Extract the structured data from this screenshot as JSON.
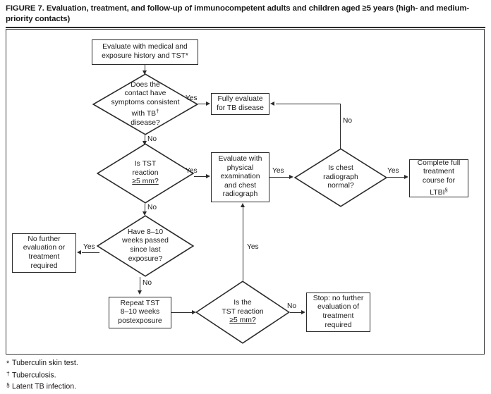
{
  "figure": {
    "title": "FIGURE 7. Evaluation, treatment, and follow-up of immunocompetent adults and children aged ≥5 years (high- and medium-priority contacts)"
  },
  "chart_data": {
    "type": "diagram",
    "title": "Evaluation, treatment, and follow-up of immunocompetent adults and children aged ≥5 years (high- and medium-priority contacts)",
    "nodes": [
      {
        "id": "start",
        "shape": "process",
        "label": "Evaluate with medical and exposure history and TST*"
      },
      {
        "id": "symptoms",
        "shape": "decision",
        "label": "Does the contact have symptoms consistent with TB† disease?"
      },
      {
        "id": "fully-eval",
        "shape": "process",
        "label": "Fully evaluate for TB disease"
      },
      {
        "id": "tst-5mm",
        "shape": "decision",
        "label": "Is TST reaction ≥5 mm?"
      },
      {
        "id": "phys-exam",
        "shape": "process",
        "label": "Evaluate with physical examination and chest radiograph"
      },
      {
        "id": "cxr-normal",
        "shape": "decision",
        "label": "Is chest radiograph normal?"
      },
      {
        "id": "ltbi",
        "shape": "process",
        "label": "Complete full treatment course for LTBI§"
      },
      {
        "id": "weeks-passed",
        "shape": "decision",
        "label": "Have 8–10 weeks passed since last exposure?"
      },
      {
        "id": "no-further",
        "shape": "process",
        "label": "No further evaluation or treatment required"
      },
      {
        "id": "repeat-tst",
        "shape": "process",
        "label": "Repeat TST 8–10 weeks postexposure"
      },
      {
        "id": "tst2-5mm",
        "shape": "decision",
        "label": "Is the TST reaction ≥5 mm?"
      },
      {
        "id": "stop",
        "shape": "process",
        "label": "Stop: no further evaluation of treatment required"
      }
    ],
    "edges": [
      {
        "from": "start",
        "to": "symptoms",
        "label": ""
      },
      {
        "from": "symptoms",
        "to": "fully-eval",
        "label": "Yes"
      },
      {
        "from": "symptoms",
        "to": "tst-5mm",
        "label": "No"
      },
      {
        "from": "tst-5mm",
        "to": "phys-exam",
        "label": "Yes"
      },
      {
        "from": "phys-exam",
        "to": "cxr-normal",
        "label": "Yes"
      },
      {
        "from": "cxr-normal",
        "to": "ltbi",
        "label": "Yes"
      },
      {
        "from": "cxr-normal",
        "to": "fully-eval",
        "label": "No"
      },
      {
        "from": "tst-5mm",
        "to": "weeks-passed",
        "label": "No"
      },
      {
        "from": "weeks-passed",
        "to": "no-further",
        "label": "Yes"
      },
      {
        "from": "weeks-passed",
        "to": "repeat-tst",
        "label": "No"
      },
      {
        "from": "repeat-tst",
        "to": "tst2-5mm",
        "label": ""
      },
      {
        "from": "tst2-5mm",
        "to": "stop",
        "label": "No"
      },
      {
        "from": "tst2-5mm",
        "to": "phys-exam",
        "label": "Yes"
      }
    ]
  },
  "nodes": {
    "start": {
      "line1": "Evaluate with medical and",
      "line2": "exposure history and TST*"
    },
    "symptoms": {
      "line1": "Does the",
      "line2": "contact have",
      "line3": "symptoms consistent",
      "line4": "with TB",
      "line4sup": "†",
      "line5": "disease?"
    },
    "fully_eval": {
      "line1": "Fully evaluate",
      "line2": "for TB disease"
    },
    "tst_5mm": {
      "line1": "Is TST",
      "line2": "reaction",
      "line3": "≥5 mm?"
    },
    "phys_exam": {
      "line1": "Evaluate with",
      "line2": "physical",
      "line3": "examination",
      "line4": "and chest",
      "line5": "radiograph"
    },
    "cxr_normal": {
      "line1": "Is chest",
      "line2": "radiograph",
      "line3": "normal?"
    },
    "ltbi": {
      "line1": "Complete full",
      "line2": "treatment",
      "line3": "course for",
      "line4": "LTBI",
      "line4sup": "§"
    },
    "weeks_passed": {
      "line1": "Have 8–10",
      "line2": "weeks passed",
      "line3": "since last",
      "line4": "exposure?"
    },
    "no_further": {
      "line1": "No further",
      "line2": "evaluation or",
      "line3": "treatment",
      "line4": "required"
    },
    "repeat_tst": {
      "line1": "Repeat TST",
      "line2": "8–10 weeks",
      "line3": "postexposure"
    },
    "tst2_5mm": {
      "line1": "Is the",
      "line2": "TST reaction",
      "line3": "≥5 mm?"
    },
    "stop": {
      "line1": "Stop: no further",
      "line2": "evaluation of",
      "line3": "treatment",
      "line4": "required"
    }
  },
  "edge_labels": {
    "symptoms_yes": "Yes",
    "symptoms_no": "No",
    "tst_yes": "Yes",
    "tst_no": "No",
    "phys_yes": "Yes",
    "cxr_yes": "Yes",
    "cxr_no": "No",
    "weeks_yes": "Yes",
    "weeks_no": "No",
    "tst2_no": "No",
    "tst2_yes": "Yes"
  },
  "footnotes": [
    {
      "mark": "*",
      "text": "Tuberculin skin test."
    },
    {
      "mark": "†",
      "text": "Tuberculosis."
    },
    {
      "mark": "§",
      "text": "Latent TB infection."
    }
  ]
}
